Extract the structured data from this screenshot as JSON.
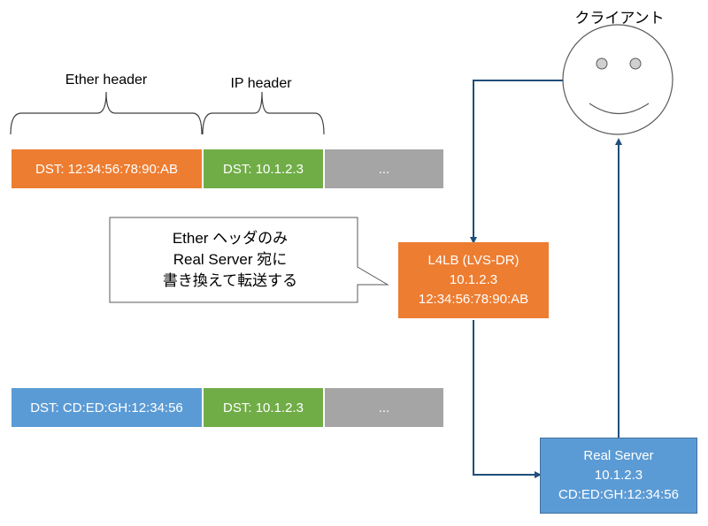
{
  "colors": {
    "ether_original": "#ED7D31",
    "ether_rewritten": "#5B9BD5",
    "ip": "#70AD47",
    "payload": "#A5A5A5",
    "arrow": "#1F4E79",
    "lb_box": "#ED7D31",
    "server_box": "#5B9BD5"
  },
  "header_labels": {
    "ether": "Ether header",
    "ip": "IP header"
  },
  "packet_before": {
    "ether": "DST: 12:34:56:78:90:AB",
    "ip": "DST: 10.1.2.3",
    "payload": "..."
  },
  "packet_after": {
    "ether": "DST: CD:ED:GH:12:34:56",
    "ip": "DST: 10.1.2.3",
    "payload": "..."
  },
  "callout": {
    "lines": [
      "Ether ヘッダのみ",
      "Real Server 宛に",
      "書き換えて転送する"
    ]
  },
  "client": {
    "label": "クライアント",
    "icon": "smiley-face-icon"
  },
  "load_balancer": {
    "name": "L4LB (LVS-DR)",
    "ip": "10.1.2.3",
    "mac": "12:34:56:78:90:AB"
  },
  "real_server": {
    "name": "Real Server",
    "ip": "10.1.2.3",
    "mac": "CD:ED:GH:12:34:56"
  }
}
